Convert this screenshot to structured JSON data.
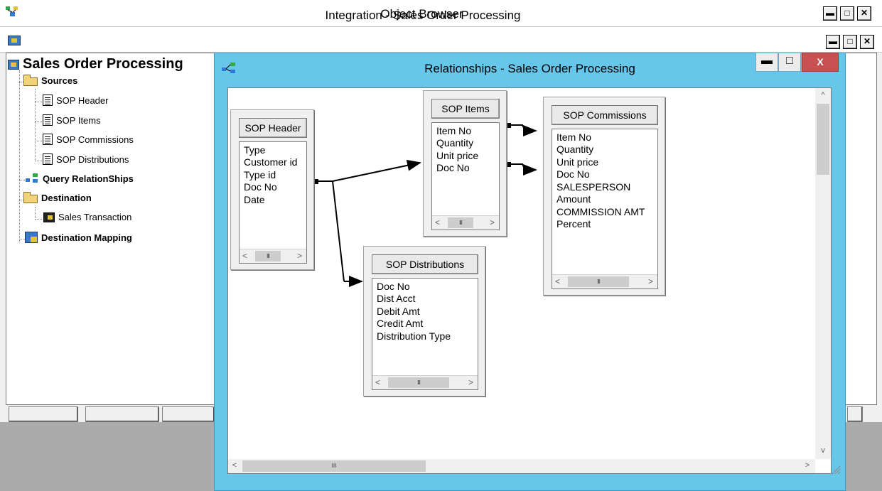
{
  "object_browser": {
    "title": "Object Browser",
    "controls": {
      "minimize": "▬",
      "maximize": "□",
      "close": "✕"
    }
  },
  "integration": {
    "title": "Integration - Sales Order Processing",
    "controls": {
      "minimize": "▬",
      "maximize": "□",
      "close": "✕"
    }
  },
  "tree": {
    "root": "Sales Order Processing",
    "sources": {
      "label": "Sources",
      "items": [
        "SOP Header",
        "SOP Items",
        "SOP Commissions",
        "SOP Distributions"
      ]
    },
    "query_relationships": "Query RelationShips",
    "destination": {
      "label": "Destination",
      "items": [
        "Sales Transaction"
      ]
    },
    "destination_mapping": "Destination Mapping"
  },
  "relationships": {
    "title": "Relationships - Sales Order Processing",
    "controls": {
      "minimize": "▬",
      "maximize": "□",
      "close": "X"
    },
    "scroll_grip": "III",
    "scroll_left": "<",
    "scroll_right": ">",
    "scroll_up": "^",
    "scroll_down": "v",
    "tables": [
      {
        "name": "SOP Header",
        "fields": [
          "Type",
          "Customer id",
          "Type id",
          "Doc No",
          "Date"
        ]
      },
      {
        "name": "SOP Items",
        "fields": [
          "Item No",
          "Quantity",
          "Unit price",
          "Doc No"
        ]
      },
      {
        "name": "SOP Commissions",
        "fields": [
          "Item No",
          "Quantity",
          "Unit price",
          "Doc No",
          "SALESPERSON",
          "Amount",
          "COMMISSION AMT",
          "Percent"
        ]
      },
      {
        "name": "SOP Distributions",
        "fields": [
          "Doc No",
          "Dist Acct",
          "Debit Amt",
          "Credit Amt",
          "Distribution Type"
        ]
      }
    ]
  }
}
